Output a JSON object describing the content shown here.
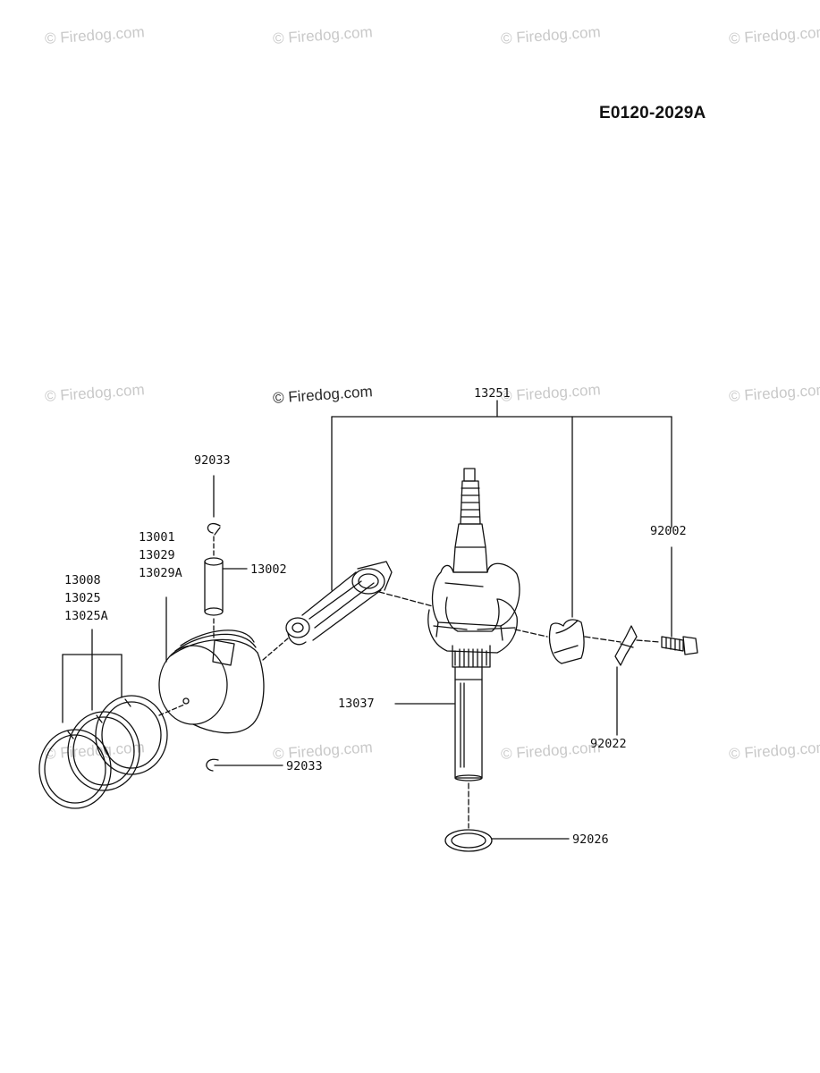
{
  "diagram_id": "E0120-2029A",
  "watermark": {
    "text": "© Firedog.com"
  },
  "parts": {
    "crankshaft_assy": "13251",
    "connecting_rod": "13251",
    "bearing_cap": "13251",
    "bolt": "92002",
    "lock_plate": "92022",
    "crankshaft": "13037",
    "washer": "92026",
    "circlip_top": "92033",
    "circlip_bottom": "92033",
    "piston_pin": "13002",
    "piston": [
      "13001",
      "13029",
      "13029A"
    ],
    "piston_rings": [
      "13008",
      "13025",
      "13025A"
    ]
  }
}
